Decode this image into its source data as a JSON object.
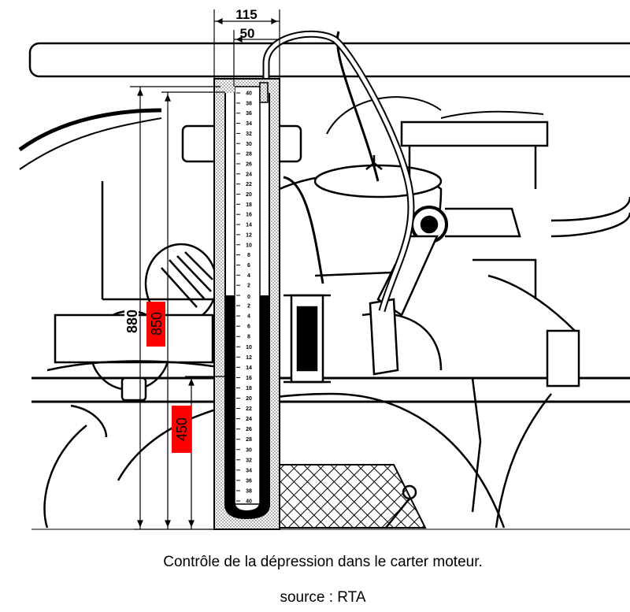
{
  "figure": {
    "dimensions": {
      "width_outer": "115",
      "width_inner": "50",
      "height_total": "880",
      "height_upper": "850",
      "height_lower": "450"
    },
    "highlight_color": "#ff0000",
    "scale_upper": [
      "40",
      "38",
      "36",
      "34",
      "32",
      "30",
      "28",
      "26",
      "24",
      "22",
      "20",
      "18",
      "16",
      "14",
      "12",
      "10",
      "8",
      "6",
      "4",
      "2",
      "0"
    ],
    "scale_lower": [
      "2",
      "4",
      "6",
      "8",
      "10",
      "12",
      "14",
      "16",
      "18",
      "20",
      "22",
      "24",
      "26",
      "28",
      "30",
      "32",
      "34",
      "36",
      "38",
      "40"
    ]
  },
  "caption": "Contrôle de la dépression dans le carter moteur.",
  "source": "source : RTA"
}
